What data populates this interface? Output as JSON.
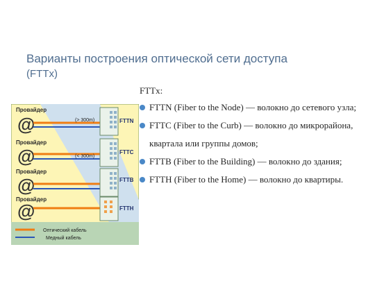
{
  "slide": {
    "title_line1": "Варианты построения оптической сети доступа",
    "title_line2": "(FTTx)"
  },
  "diagram": {
    "rows": [
      {
        "provider": "Провайдер",
        "at": "@",
        "tag": "FTTN",
        "distance": "(> 300m)"
      },
      {
        "provider": "Провайдер",
        "at": "@",
        "tag": "FTTC",
        "distance": "(< 300m)"
      },
      {
        "provider": "Провайдер",
        "at": "@",
        "tag": "FTTB",
        "distance": ""
      },
      {
        "provider": "Провайдер",
        "at": "@",
        "tag": "FTTH",
        "distance": ""
      }
    ],
    "legend": {
      "optical": "Оптический кабель",
      "copper": "Медный кабель"
    },
    "colors": {
      "optical": "#f07d12",
      "copper": "#2a56b8",
      "background": "#fdf5b6",
      "wedge": "#cfe0ee",
      "band": "#b9d5b5"
    }
  },
  "content": {
    "lead": "FTTx:",
    "bullets": [
      "FTTN (Fiber to the Node) — волокно до сетевого узла;",
      "FTTC (Fiber to the Curb) — волокно до микрорайона, квартала или группы домов;",
      "FTTB (Fiber to the Building) — волокно до здания;",
      "FTTH (Fiber to the Home) — волокно до квартиры."
    ]
  }
}
